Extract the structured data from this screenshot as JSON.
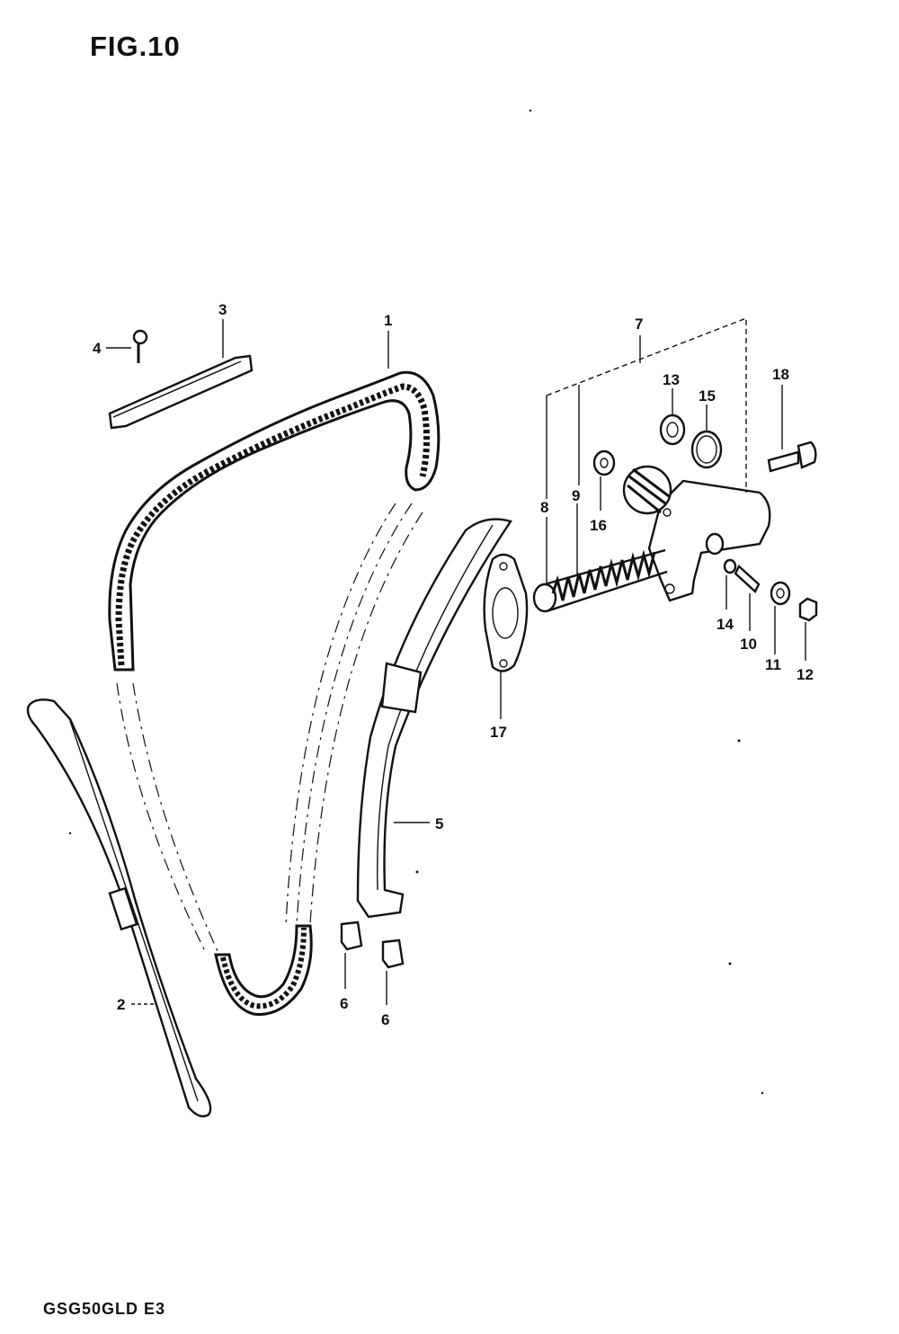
{
  "figure": {
    "title": "FIG.10"
  },
  "footer": {
    "model_code": "GSG50GLD E3"
  },
  "callouts": {
    "c1": "1",
    "c2": "2",
    "c3": "3",
    "c4": "4",
    "c5": "5",
    "c6a": "6",
    "c6b": "6",
    "c7": "7",
    "c8": "8",
    "c9": "9",
    "c10": "10",
    "c11": "11",
    "c12": "12",
    "c13": "13",
    "c14": "14",
    "c15": "15",
    "c16": "16",
    "c17": "17",
    "c18": "18"
  }
}
